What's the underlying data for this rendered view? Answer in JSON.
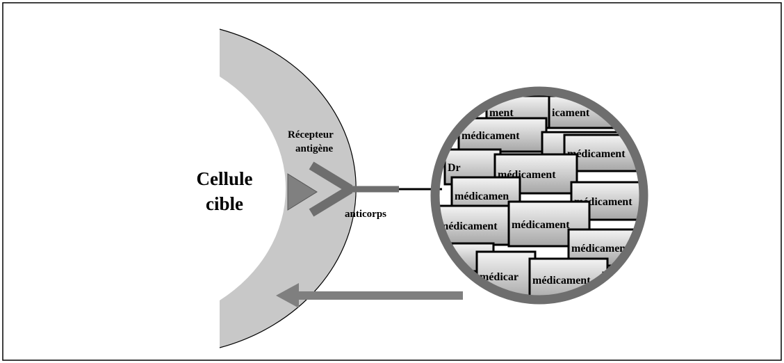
{
  "labels": {
    "cell": [
      "Cellule",
      "cible"
    ],
    "receptor": [
      "Récepteur",
      "antigène"
    ],
    "antibody": "anticorps"
  },
  "drug_label": "médicament",
  "fragment_labels": [
    "ment",
    "icament",
    "médicamen",
    "médicar",
    "Dr"
  ],
  "colors": {
    "frame": "#000000",
    "cell_membrane": "#c8c8c8",
    "receptor": "#808080",
    "antibody": "#6e6e6e",
    "nanoparticle_ring": "#6e6e6e",
    "arrow": "#7f7f7f",
    "drug_fill_light": "#f4f4f4",
    "drug_fill_dark": "#a6a6a6"
  }
}
